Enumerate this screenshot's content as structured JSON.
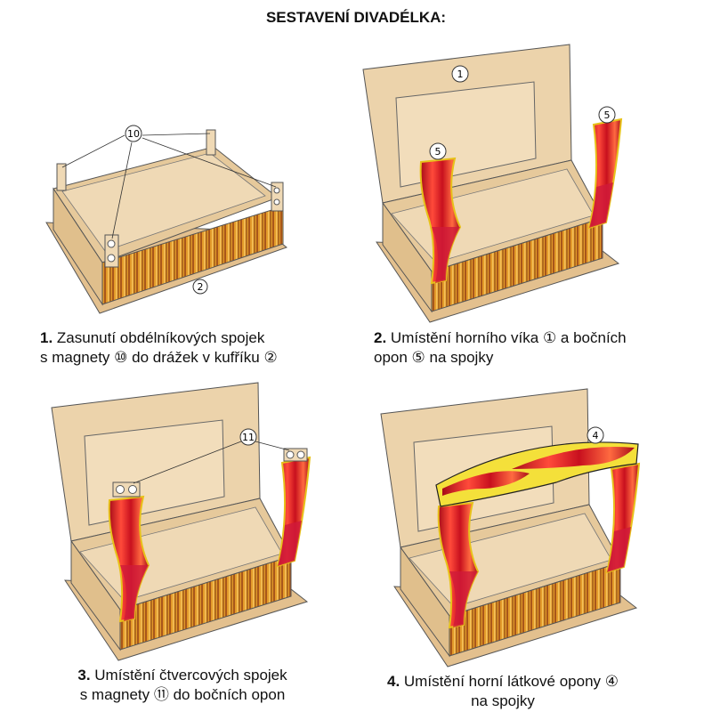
{
  "title": "SESTAVENÍ DIVADÉLKA:",
  "steps": [
    {
      "num": "1.",
      "line1": "Zasunutí obdélníkových spojek",
      "line2": "s magnety ⑩ do drážek v kufříku ②"
    },
    {
      "num": "2.",
      "line1": "Umístění horního víka ① a bočních",
      "line2": "opon ⑤ na spojky"
    },
    {
      "num": "3.",
      "line1": "Umístění čtvercových spojek",
      "line2": "s magnety ⑪ do bočních opon"
    },
    {
      "num": "4.",
      "line1": "Umístění horní látkové opony ④",
      "line2": "na spojky"
    }
  ],
  "labels": {
    "p1_connectors": "10",
    "p1_case": "2",
    "p2_lid": "1",
    "p2_curtain_left": "5",
    "p2_curtain_right": "5",
    "p3_square_connectors": "11",
    "p4_top_curtain": "4"
  },
  "colors": {
    "wood": "#e9cfa6",
    "curtain": "#d8182a",
    "stripe": "#d68a1e"
  }
}
